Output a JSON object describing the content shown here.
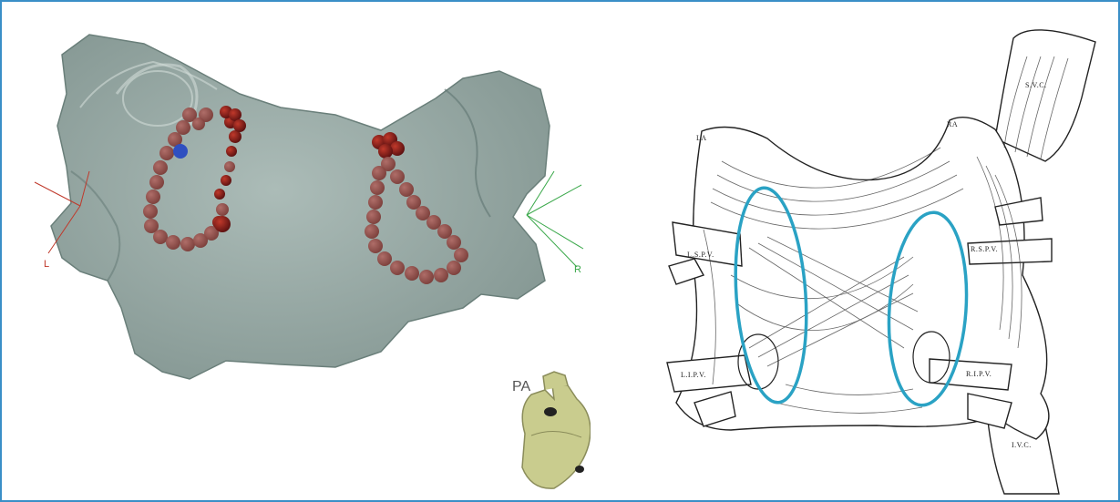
{
  "labels": {
    "left_marker": "L",
    "right_marker": "R",
    "pa": "PA",
    "la": "LA",
    "ra": "RA",
    "svc": "S.V.C.",
    "ivc": "I.V.C.",
    "lspv": "L.S.P.V.",
    "lipv": "L.I.P.V.",
    "rspv": "R.S.P.V.",
    "ripv": "R.I.P.V."
  },
  "colors": {
    "frame_border": "#3a8fc7",
    "atrium_model": "#7f9590",
    "ablation_point": "#7e1a1a",
    "ablation_point_highlight": "#2f4fc0",
    "highlight_ellipse": "#2aa2c4",
    "heart_model": "#c9cc8e"
  }
}
